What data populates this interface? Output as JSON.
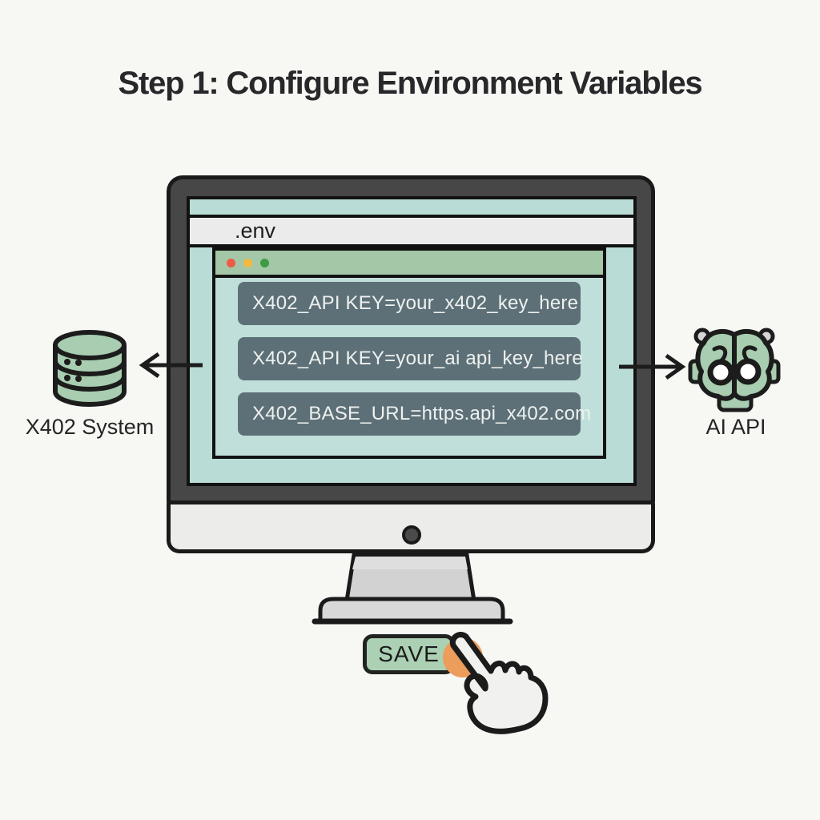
{
  "title": "Step 1: Configure Environment Variables",
  "editor": {
    "filename": ".env",
    "traffic_lights": {
      "close": "#ef5a45",
      "minimize": "#f2ba3e",
      "zoom": "#3f9a44"
    },
    "lines": [
      "X402_API KEY=your_x402_key_here",
      "X402_API KEY=your_ai api_key_here",
      "X402_BASE_URL=https.api_x402.com"
    ]
  },
  "left_node": {
    "label": "X402 System",
    "icon": "database-icon"
  },
  "right_node": {
    "label": "AI API",
    "icon": "ai-robot-icon"
  },
  "save": {
    "label": "SAVE"
  },
  "colors": {
    "screen_teal": "#b9dcd7",
    "window_green": "#a3c7a7",
    "code_box_slate": "#5d7077",
    "icon_green": "#a8cdb0",
    "save_green": "#abd0b4",
    "tap_orange": "#ec9c5b"
  }
}
